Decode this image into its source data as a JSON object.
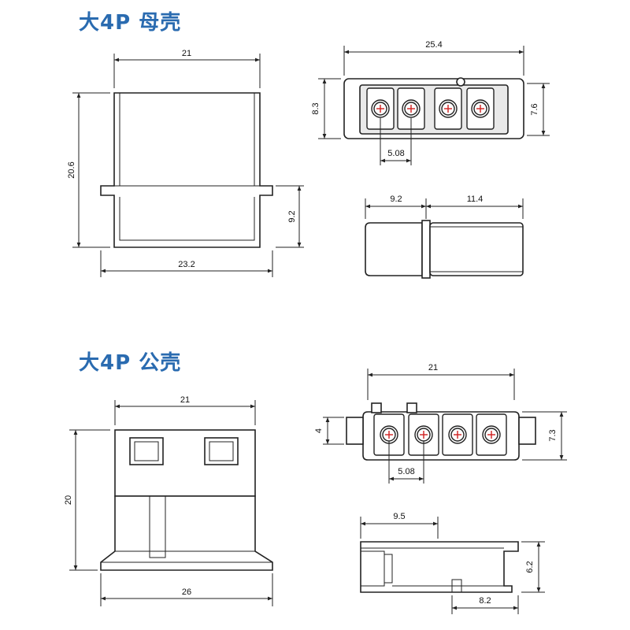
{
  "female": {
    "title": "大4P 母壳",
    "dims": {
      "width_top": "21",
      "height_total": "20.6",
      "height_flange": "9.2",
      "width_bottom": "23.2",
      "front_width": "25.4",
      "front_height": "8.3",
      "front_inner_height": "7.6",
      "pitch": "5.08",
      "side_left": "9.2",
      "side_right": "11.4"
    }
  },
  "male": {
    "title": "大4P 公壳",
    "dims": {
      "width_top": "21",
      "height_total": "20",
      "width_bottom": "26",
      "front_width": "21",
      "front_left_height": "4",
      "front_height": "7.3",
      "pitch": "5.08",
      "side_top": "9.5",
      "side_height": "6.2",
      "side_bottom": "8.2"
    }
  },
  "colors": {
    "title": "#2a6bb0",
    "pin_mark": "#d02020"
  }
}
